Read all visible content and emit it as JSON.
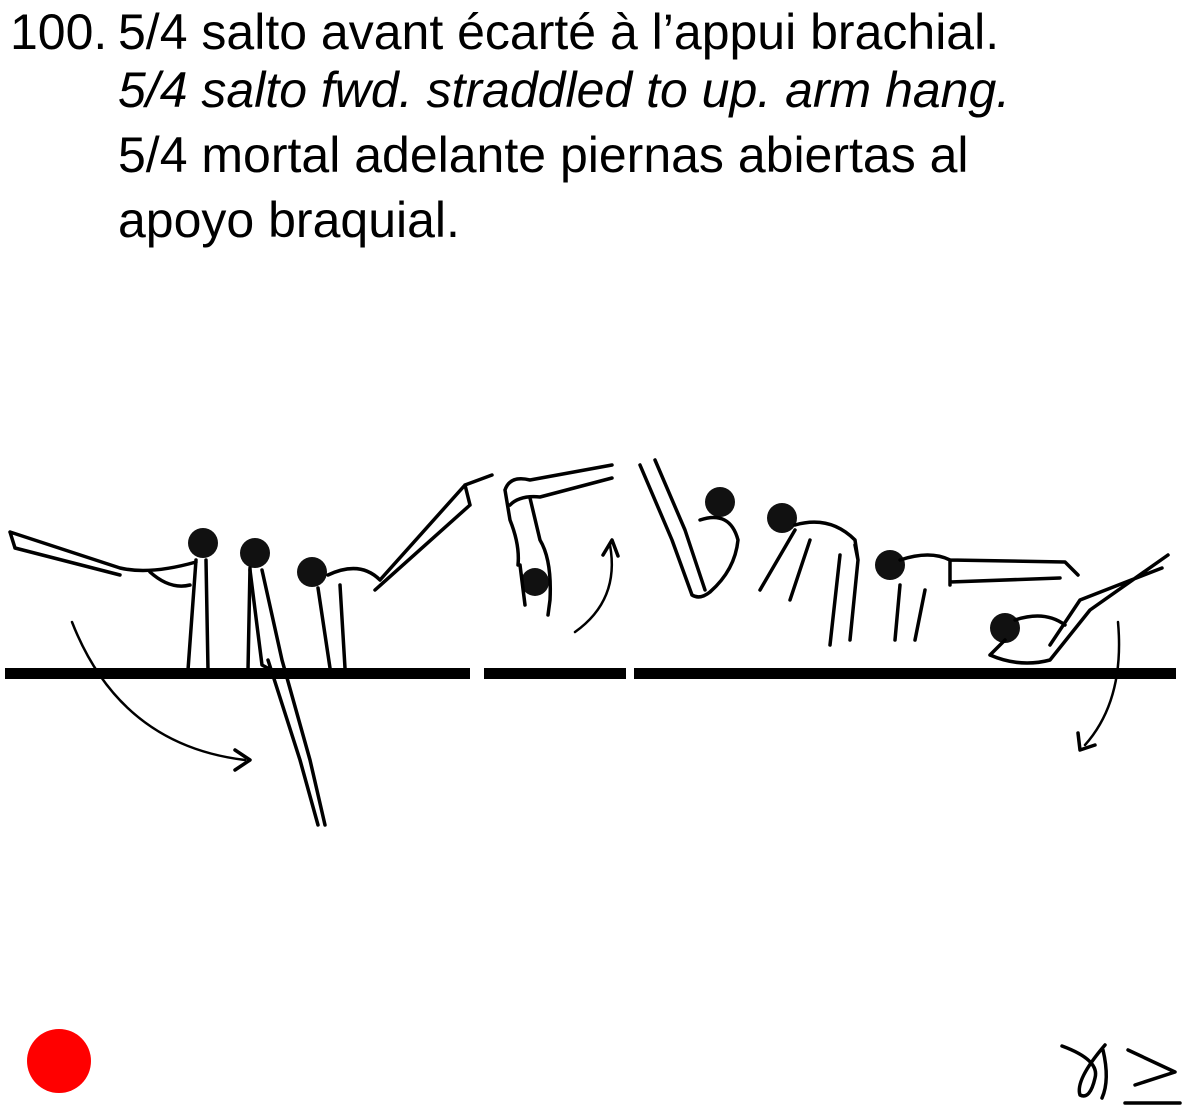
{
  "element": {
    "number": "100.",
    "name_fr": "5/4 salto avant écarté à l’appui brachial.",
    "name_en": "5/4 salto fwd. straddled to up. arm hang.",
    "name_es_line1": "5/4 mortal adelante piernas abiertas al",
    "name_es_line2": "apoyo braquial."
  },
  "illustration": {
    "icon": "gymnast-sequence-parallel-bars-illustration"
  },
  "marker": {
    "icon": "red-dot-icon",
    "color": "#ff0000"
  },
  "signature": {
    "icon": "handwritten-initials-signature"
  }
}
